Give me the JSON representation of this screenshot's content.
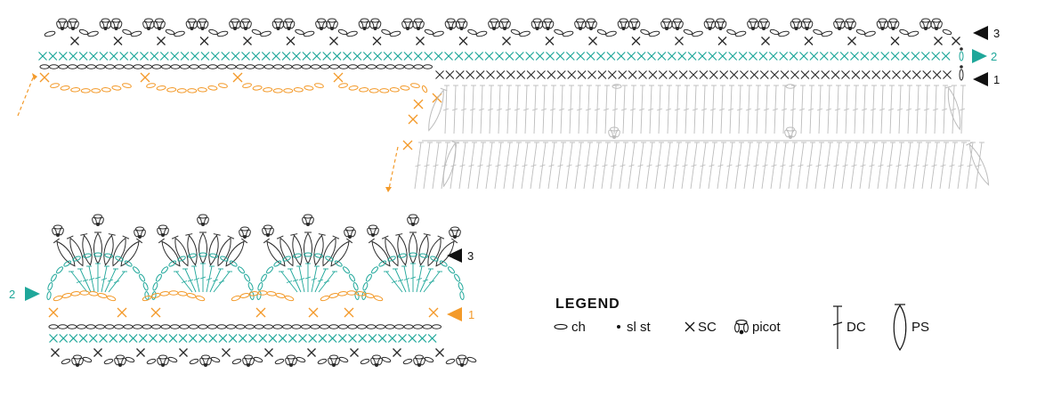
{
  "colors": {
    "black": "#2b2b2b",
    "teal": "#1fa79a",
    "orange": "#f39a2a",
    "gray": "#bcbcbc"
  },
  "top_chart": {
    "row_markers": [
      {
        "label": "3",
        "direction": "left",
        "color": "black"
      },
      {
        "label": "2",
        "direction": "right",
        "color": "teal"
      },
      {
        "label": "1",
        "direction": "left",
        "color": "black"
      }
    ]
  },
  "bottom_chart": {
    "row_markers": [
      {
        "label": "3",
        "direction": "left",
        "color": "black"
      },
      {
        "label": "2",
        "direction": "right",
        "color": "teal"
      },
      {
        "label": "1",
        "direction": "left",
        "color": "orange"
      }
    ]
  },
  "legend": {
    "title": "LEGEND",
    "items": [
      {
        "symbol": "ch-icon",
        "label": "ch"
      },
      {
        "symbol": "sl-st-icon",
        "label": "sl st"
      },
      {
        "symbol": "sc-icon",
        "label": "SC"
      },
      {
        "symbol": "picot-icon",
        "label": "picot"
      },
      {
        "symbol": "dc-icon",
        "label": "DC"
      },
      {
        "symbol": "ps-icon",
        "label": "PS"
      }
    ]
  }
}
